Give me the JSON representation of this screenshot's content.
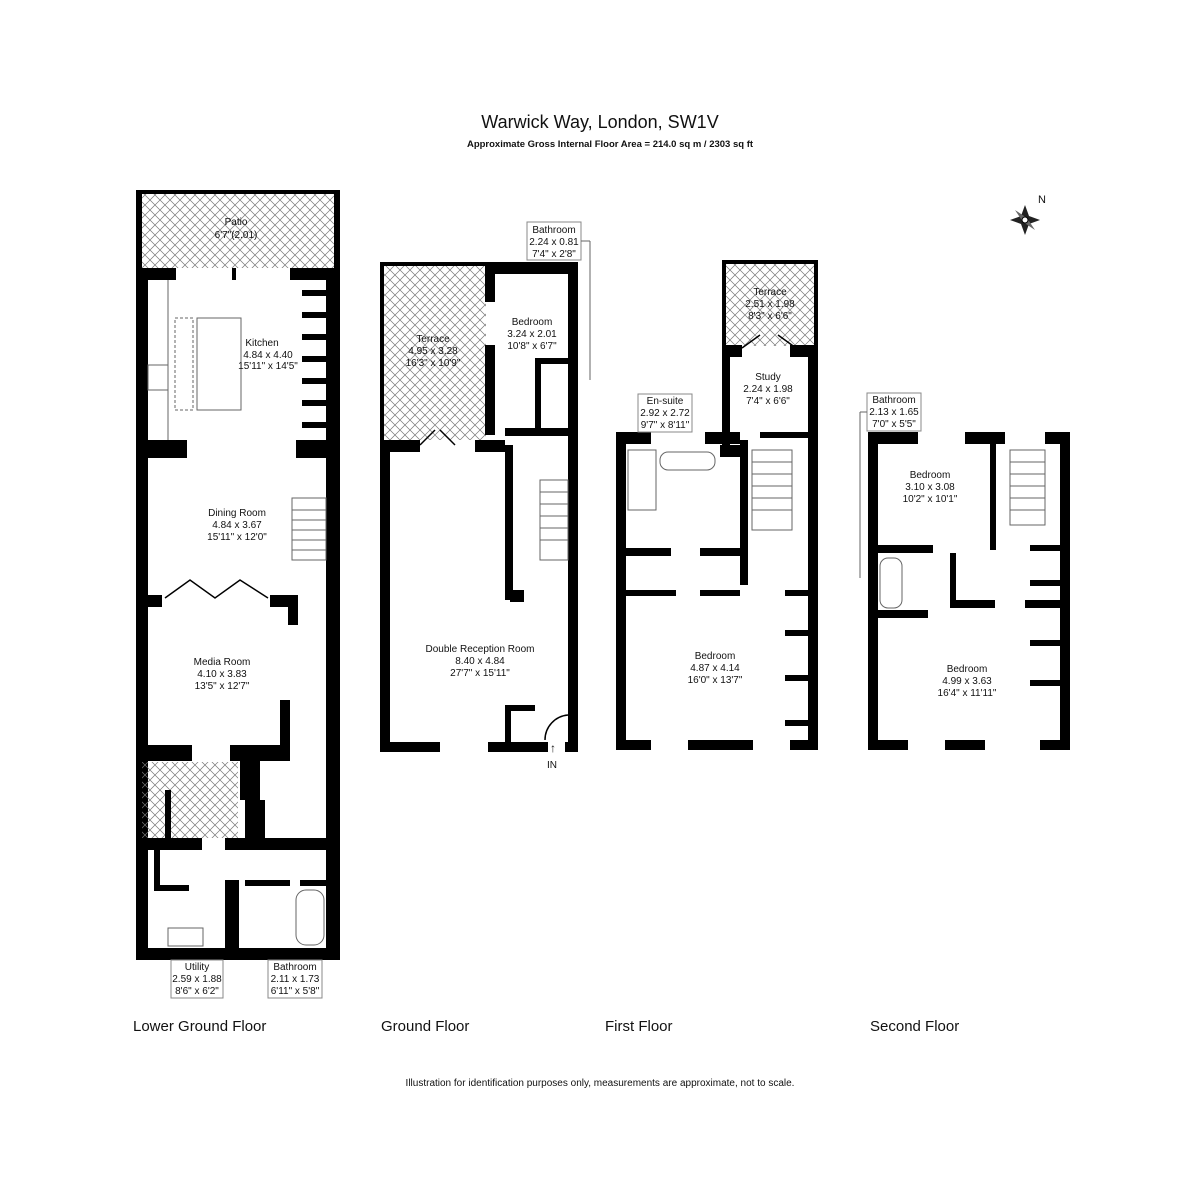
{
  "title": "Warwick Way, London, SW1V",
  "subtitle": "Approximate Gross Internal Floor Area = 214.0 sq m / 2303 sq ft",
  "compass_label": "N",
  "disclaimer": "Illustration for identification purposes only, measurements are approximate, not to scale.",
  "entrance_label": "IN",
  "floors": {
    "lower_ground": {
      "name": "Lower Ground Floor",
      "rooms": [
        {
          "name": "Patio",
          "metric": "6'7\"(2.01)",
          "imperial": ""
        },
        {
          "name": "Kitchen",
          "metric": "4.84 x 4.40",
          "imperial": "15'11\" x 14'5\""
        },
        {
          "name": "Dining Room",
          "metric": "4.84 x 3.67",
          "imperial": "15'11\" x 12'0\""
        },
        {
          "name": "Media Room",
          "metric": "4.10 x 3.83",
          "imperial": "13'5\" x 12'7\""
        },
        {
          "name": "Utility",
          "metric": "2.59 x 1.88",
          "imperial": "8'6\" x 6'2\""
        },
        {
          "name": "Bathroom",
          "metric": "2.11 x 1.73",
          "imperial": "6'11\" x 5'8\""
        }
      ]
    },
    "ground": {
      "name": "Ground Floor",
      "rooms": [
        {
          "name": "Terrace",
          "metric": "4.95 x 3.28",
          "imperial": "16'3\" x 10'9\""
        },
        {
          "name": "Bedroom",
          "metric": "3.24 x 2.01",
          "imperial": "10'8\" x 6'7\""
        },
        {
          "name": "Bathroom",
          "metric": "2.24 x 0.81",
          "imperial": "7'4\" x 2'8\""
        },
        {
          "name": "Double Reception Room",
          "metric": "8.40 x 4.84",
          "imperial": "27'7\" x 15'11\""
        }
      ]
    },
    "first": {
      "name": "First Floor",
      "rooms": [
        {
          "name": "Terrace",
          "metric": "2.51 x 1.98",
          "imperial": "8'3\" x 6'6\""
        },
        {
          "name": "Study",
          "metric": "2.24 x 1.98",
          "imperial": "7'4\" x 6'6\""
        },
        {
          "name": "En-suite",
          "metric": "2.92 x 2.72",
          "imperial": "9'7\" x 8'11\""
        },
        {
          "name": "Bedroom",
          "metric": "4.87 x 4.14",
          "imperial": "16'0\" x 13'7\""
        }
      ]
    },
    "second": {
      "name": "Second Floor",
      "rooms": [
        {
          "name": "Bathroom",
          "metric": "2.13 x 1.65",
          "imperial": "7'0\" x 5'5\""
        },
        {
          "name": "Bedroom",
          "metric": "3.10 x 3.08",
          "imperial": "10'2\" x 10'1\""
        },
        {
          "name": "Bedroom",
          "metric": "4.99 x 3.63",
          "imperial": "16'4\" x 11'11\""
        }
      ]
    }
  }
}
